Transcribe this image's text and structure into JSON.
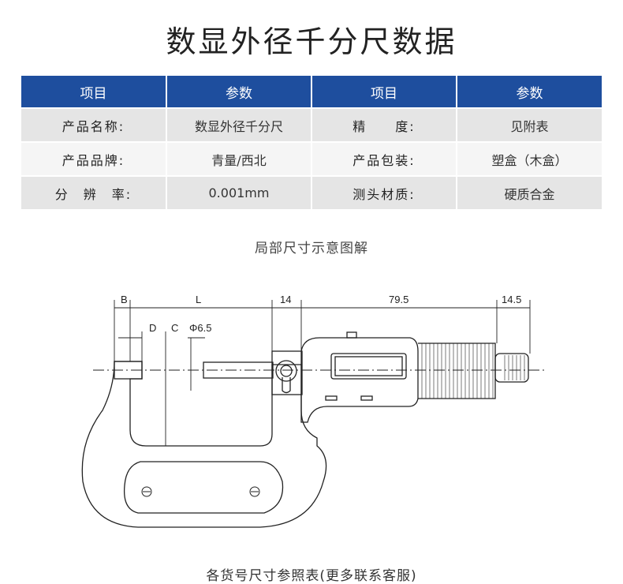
{
  "page_title": "数显外径千分尺数据",
  "table": {
    "headers": [
      "项目",
      "参数",
      "项目",
      "参数"
    ],
    "rows": [
      [
        "产品名称:",
        "数显外径千分尺",
        "精　　度:",
        "见附表"
      ],
      [
        "产品品牌:",
        "青量/西北",
        "产品包装:",
        "塑盒（木盒）"
      ],
      [
        "分　辨　率:",
        "0.001mm",
        "测头材质:",
        "硬质合金"
      ]
    ]
  },
  "diagram_title": "局部尺寸示意图解",
  "diagram_labels": {
    "b": "B",
    "l": "L",
    "d14": "14",
    "d795": "79.5",
    "d145": "14.5",
    "d": "D",
    "c": "C",
    "phi": "Φ6.5"
  },
  "footer": "各货号尺寸参照表(更多联系客服)",
  "colors": {
    "header_bg": "#1e4e9e",
    "row_dark": "#e5e5e5",
    "row_light": "#f5f5f5"
  }
}
